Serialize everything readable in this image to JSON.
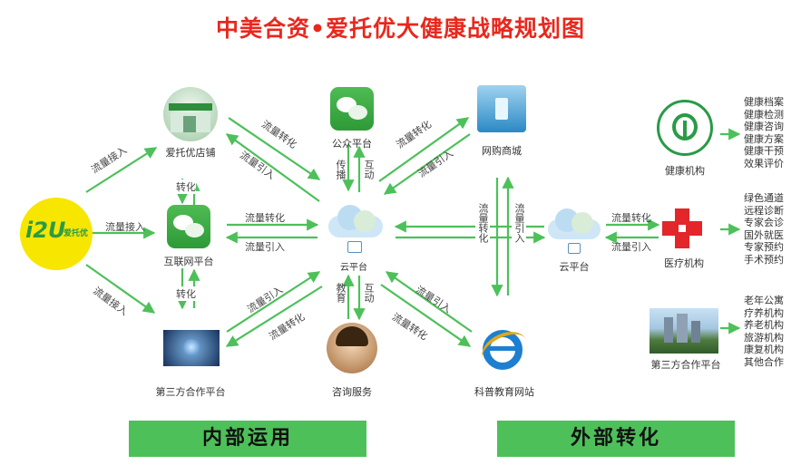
{
  "title": "中美合资•爱托优大健康战略规划图",
  "nodes": {
    "logo_text": "i2U",
    "logo_sub": "爱托优",
    "store": "爱托优店铺",
    "internet": "互联网平台",
    "third_party_left": "第三方合作平台",
    "wechat_public": "公众平台",
    "cloud_center": "云平台",
    "consult": "咨询服务",
    "shop": "网购商城",
    "edu": "科普教育网站",
    "cloud_right": "云平台",
    "health_org": "健康机构",
    "medical_org": "医疗机构",
    "third_party_right": "第三方合作平台"
  },
  "edge_labels": {
    "inflow_1": "流量接入",
    "inflow_2": "流量接入",
    "inflow_3": "流量接入",
    "convert_v1": "转化",
    "convert_v2": "转化",
    "store_c1": "流量转化",
    "store_c2": "流量引入",
    "net_c1": "流量转化",
    "net_c2": "流量引入",
    "tp_c1": "流量引入",
    "tp_c2": "流量转化",
    "wx_v1": "传播",
    "wx_v2": "互动",
    "cs_v1": "教育",
    "cs_v2": "互动",
    "shop_c1": "流量转化",
    "shop_c2": "流量引入",
    "edu_c1": "流量引入",
    "edu_c2": "流量转化",
    "mid_v1": "流量转化",
    "mid_v2": "流量引入",
    "med_c1": "流量转化",
    "med_c2": "流量引入"
  },
  "health_list": [
    "健康档案",
    "健康检测",
    "健康咨询",
    "健康方案",
    "健康干预",
    "效果评价"
  ],
  "medical_list": [
    "绿色通道",
    "远程诊断",
    "专家会诊",
    "国外就医",
    "专家预约",
    "手术预约"
  ],
  "elderly_list": [
    "老年公寓",
    "疗养机构",
    "养老机构",
    "旅游机构",
    "康复机构",
    "其他合作"
  ],
  "banners": {
    "internal": "内部运用",
    "external": "外部转化"
  },
  "colors": {
    "arrow": "#4dc05a",
    "title": "#e8281d",
    "banner": "#4dc05a"
  }
}
